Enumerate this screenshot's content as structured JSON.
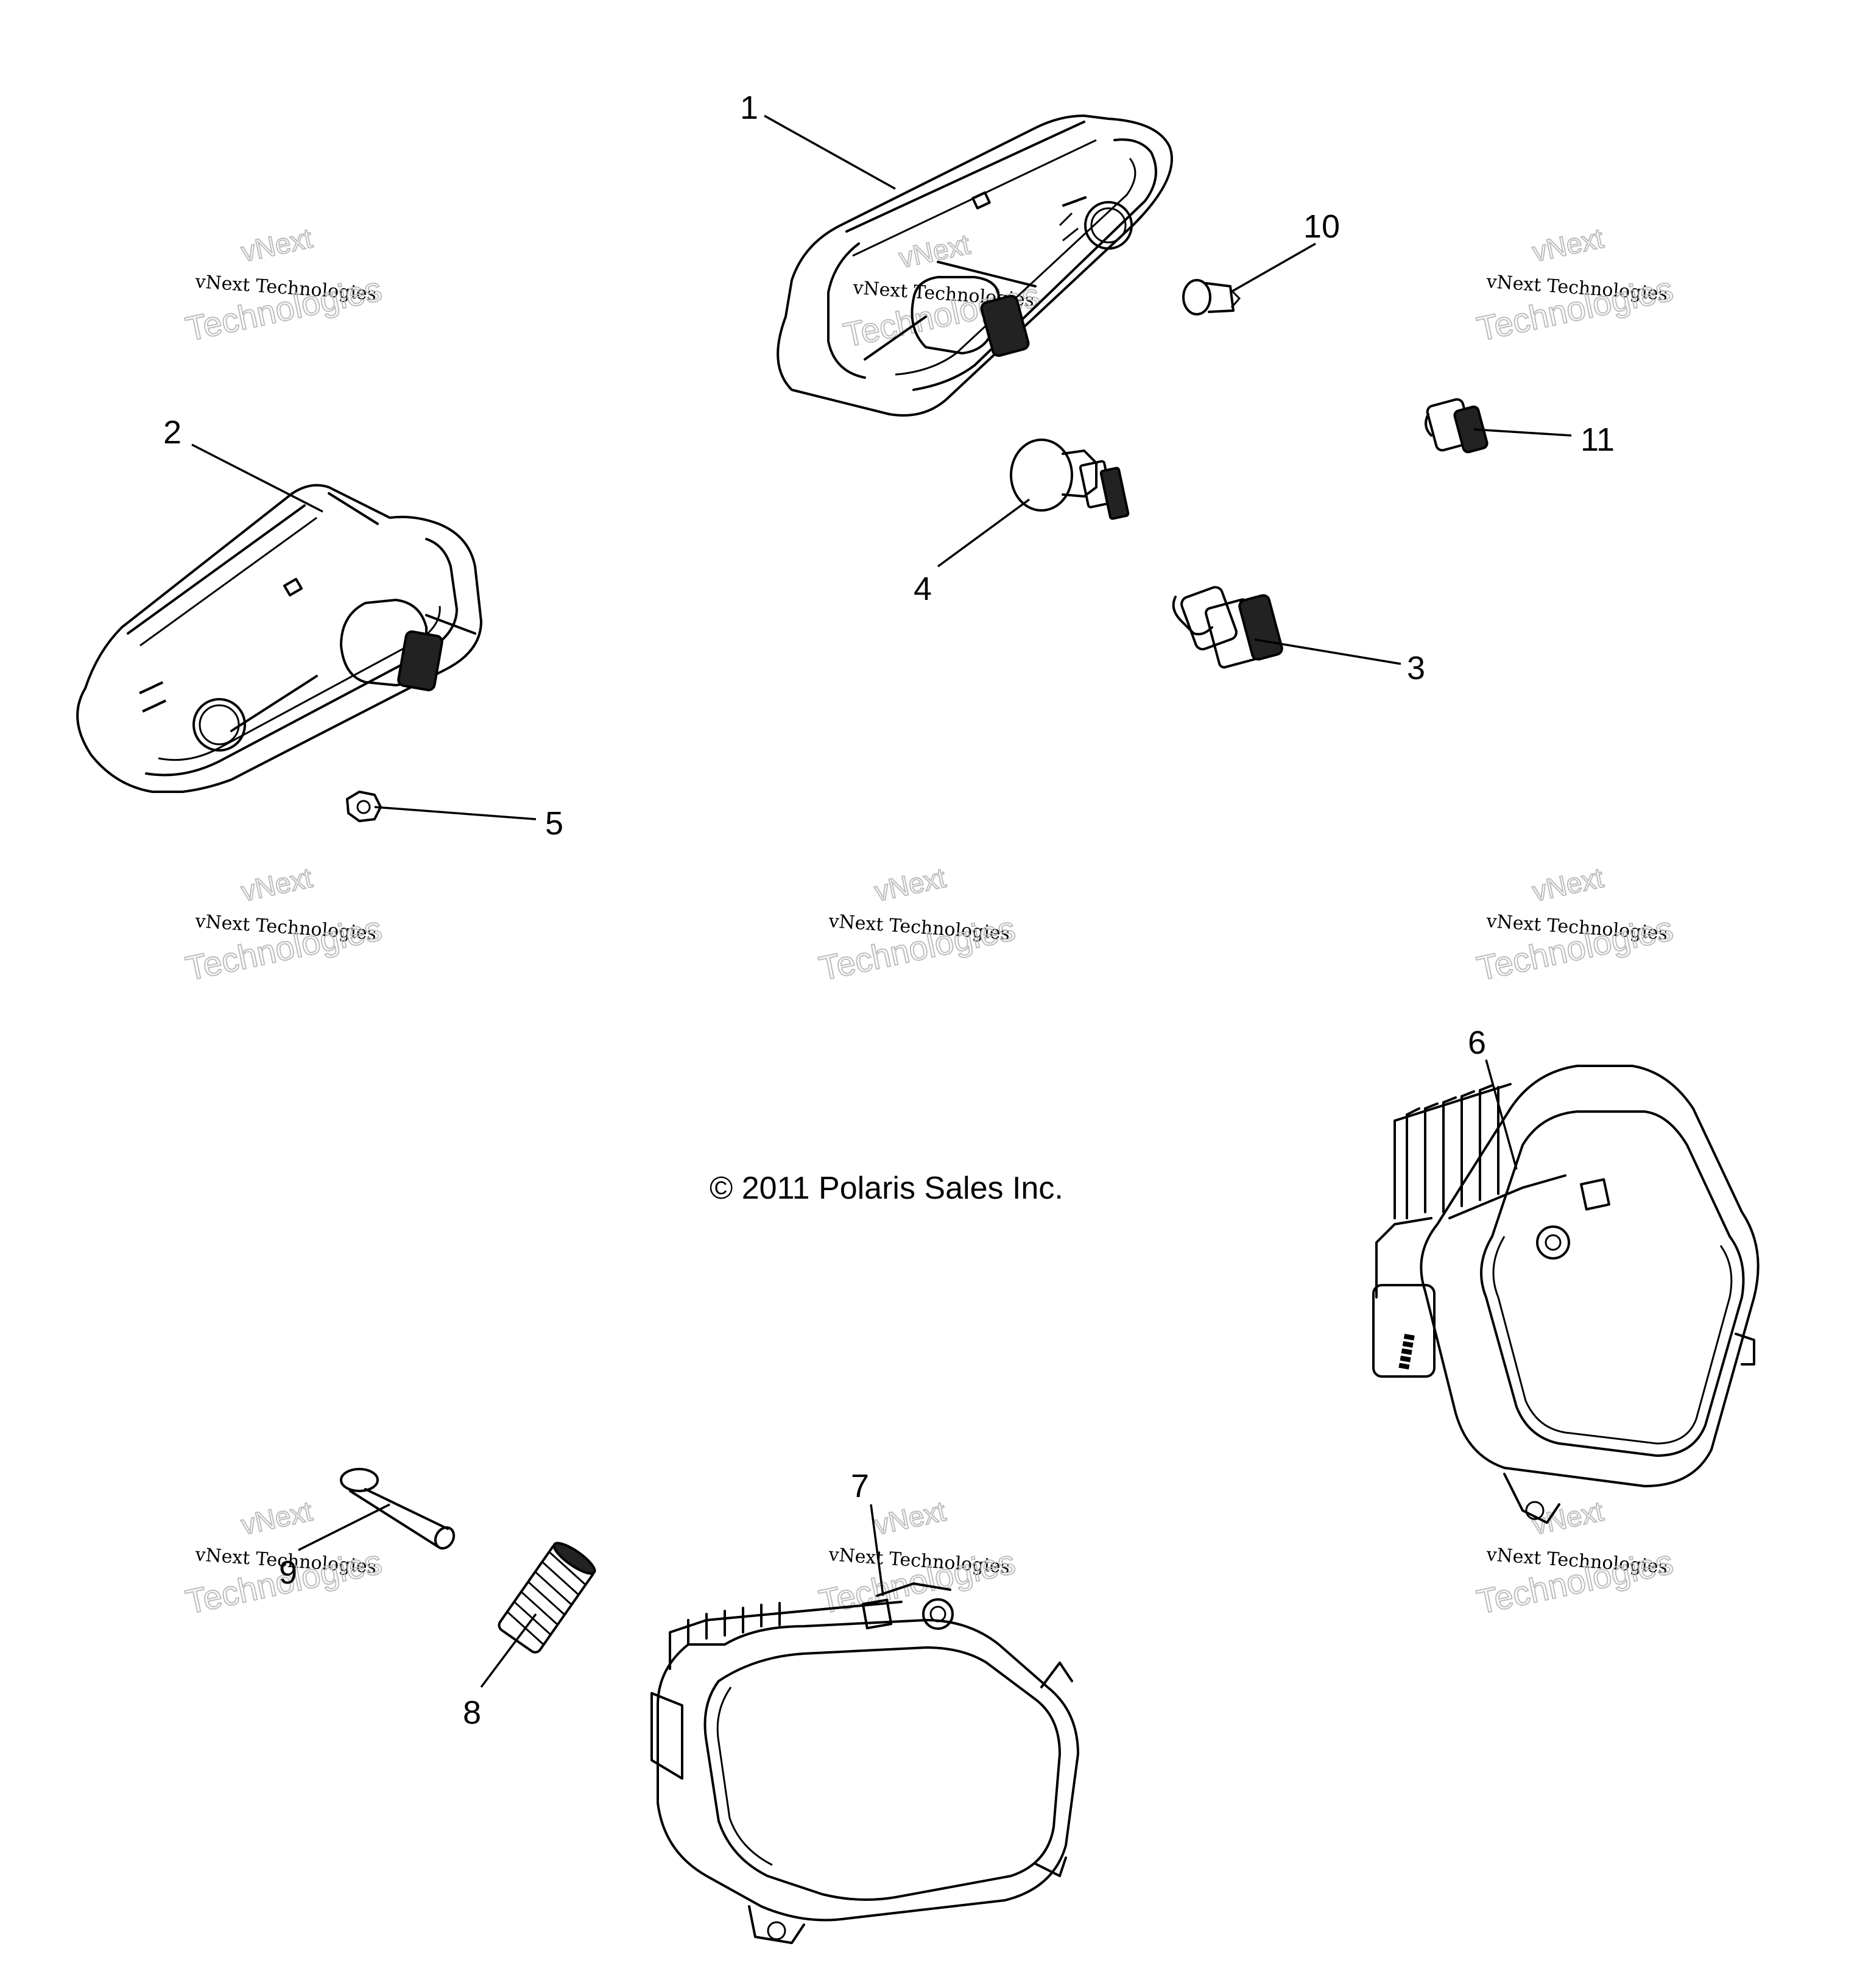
{
  "callouts": [
    "1",
    "2",
    "3",
    "4",
    "5",
    "6",
    "7",
    "8",
    "9",
    "10",
    "11"
  ],
  "copyright": "© 2011 Polaris Sales Inc.",
  "watermark": {
    "brand": "vNext",
    "line1": "vNext Technologies",
    "line2": "Technologies"
  }
}
